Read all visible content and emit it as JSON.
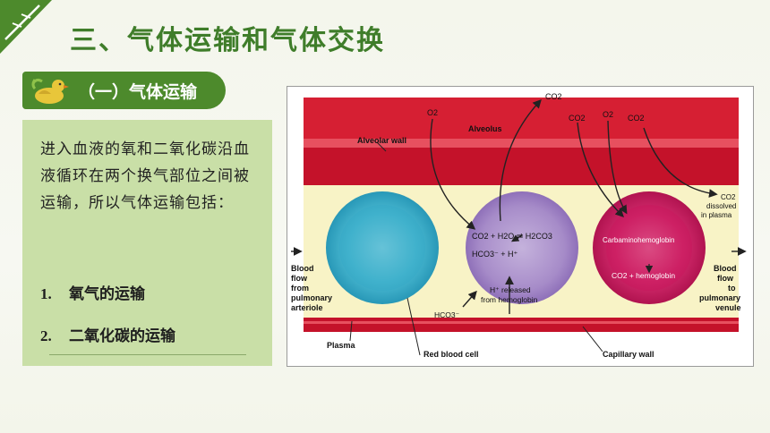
{
  "slide": {
    "title": "三、气体运输和气体交换",
    "section_label": "（一）气体运输",
    "paragraph": "进入血液的氧和二氧化碳沿血液循环在两个换气部位之间被运输，所以气体运输包括：",
    "list": [
      {
        "number": "1.",
        "text": "氧气的运输"
      },
      {
        "number": "2.",
        "text": "二氧化碳的运输"
      }
    ]
  },
  "diagram": {
    "alveolar_wall": "Alveolar wall",
    "alveolus": "Alveolus",
    "o2_left": "O2",
    "co2_top": "CO2",
    "co2_mid": "CO2",
    "o2_mid": "O2",
    "co2_right": "CO2",
    "co2_dissolved": [
      "CO2",
      "dissolved",
      "in plasma"
    ],
    "left_flow": [
      "Blood",
      "flow",
      "from",
      "pulmonary",
      "arteriole"
    ],
    "right_flow": [
      "Blood",
      "flow",
      "to",
      "pulmonary",
      "venule"
    ],
    "eq1": "CO2 + H2O ⇌ H2CO3",
    "eq2": "HCO3⁻ + H⁺",
    "h_released": [
      "H⁺ released",
      "from hemoglobin"
    ],
    "hco3": "HCO3⁻",
    "carbamino": "Carbaminohemoglobin",
    "co2_hemoglobin": "CO2 + hemoglobin",
    "plasma": "Plasma",
    "red_blood_cell": "Red blood cell",
    "capillary_wall": "Capillary wall",
    "colors": {
      "wall": "#c4122a",
      "plasma": "#f8f3c6",
      "rbc_blue": "#3fb6cf",
      "rbc_purple": "#a58cc6",
      "rbc_magenta": "#cf1c63"
    }
  }
}
